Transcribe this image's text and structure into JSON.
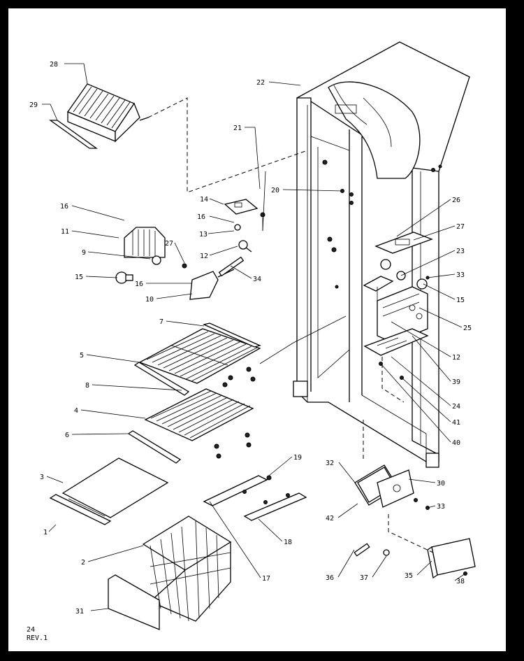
{
  "diagram": {
    "page_number": "24",
    "revision": "REV.1",
    "callouts": [
      "1",
      "2",
      "3",
      "4",
      "5",
      "6",
      "7",
      "8",
      "9",
      "10",
      "11",
      "12",
      "13",
      "14",
      "15",
      "16",
      "17",
      "18",
      "19",
      "20",
      "21",
      "22",
      "23",
      "24",
      "25",
      "26",
      "27",
      "28",
      "29",
      "30",
      "31",
      "32",
      "33",
      "34",
      "35",
      "36",
      "37",
      "38",
      "39",
      "40",
      "41",
      "42"
    ]
  }
}
